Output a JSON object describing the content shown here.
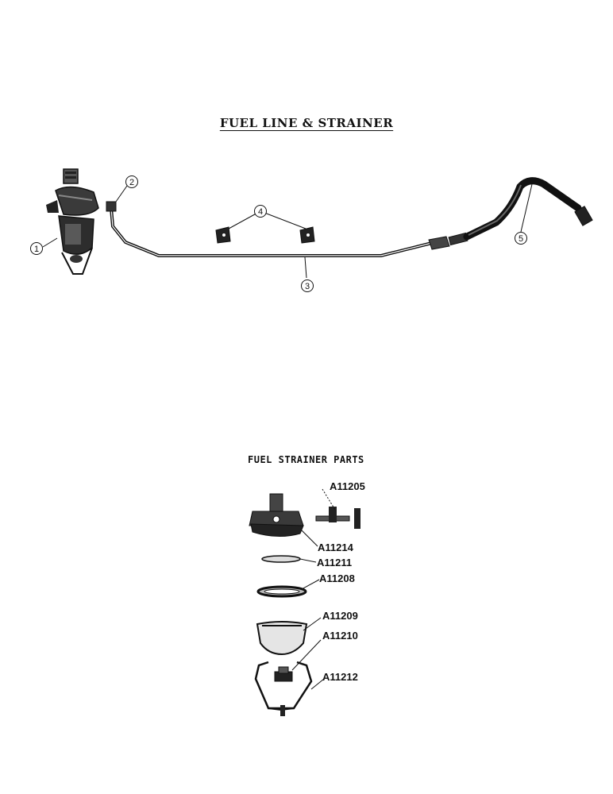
{
  "title": "FUEL LINE & STRAINER",
  "subtitle": "FUEL STRAINER PARTS",
  "callouts": [
    "1",
    "2",
    "3",
    "4",
    "5"
  ],
  "parts": [
    "A11205",
    "A11214",
    "A11211",
    "A11208",
    "A11209",
    "A11210",
    "A11212"
  ]
}
